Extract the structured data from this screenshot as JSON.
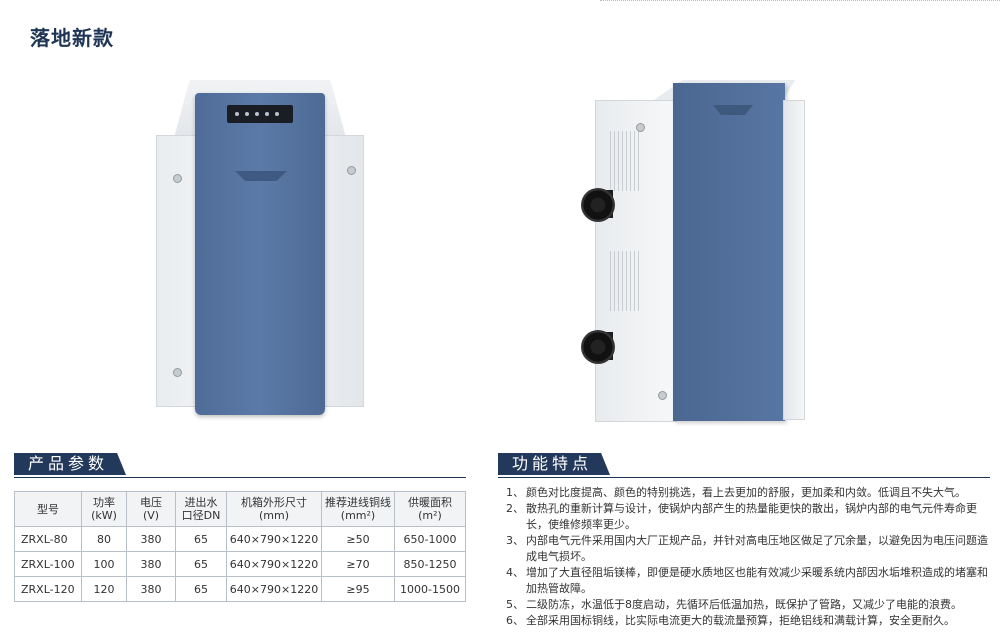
{
  "page": {
    "title": "落地新款"
  },
  "specs": {
    "heading": "产品参数",
    "columns": [
      {
        "line1": "型号",
        "line2": ""
      },
      {
        "line1": "功率",
        "line2": "(kW)"
      },
      {
        "line1": "电压",
        "line2": "(V)"
      },
      {
        "line1": "进出水",
        "line2": "口径DN"
      },
      {
        "line1": "机箱外形尺寸",
        "line2": "(mm)"
      },
      {
        "line1": "推荐进线铜线",
        "line2": "(mm²)"
      },
      {
        "line1": "供暖面积",
        "line2": "(m²)"
      }
    ],
    "rows": [
      [
        "ZRXL-80",
        "80",
        "380",
        "65",
        "640×790×1220",
        "≥50",
        "650-1000"
      ],
      [
        "ZRXL-100",
        "100",
        "380",
        "65",
        "640×790×1220",
        "≥70",
        "850-1250"
      ],
      [
        "ZRXL-120",
        "120",
        "380",
        "65",
        "640×790×1220",
        "≥95",
        "1000-1500"
      ]
    ]
  },
  "features": {
    "heading": "功能特点",
    "items": [
      {
        "num": "1、",
        "text": "颜色对比度提高、颜色的特别挑选，看上去更加的舒服，更加柔和内敛。低调且不失大气。"
      },
      {
        "num": "2、",
        "text": "散热孔的重新计算与设计，使锅炉内部产生的热量能更快的散出，锅炉内部的电气元件寿命更长，使维修频率更少。"
      },
      {
        "num": "3、",
        "text": "内部电气元件采用国内大厂正规产品，并针对高电压地区做足了冗余量，以避免因为电压问题造成电气损坏。"
      },
      {
        "num": "4、",
        "text": "增加了大直径阻垢镁棒，即便是硬水质地区也能有效减少采暖系统内部因水垢堆积造成的堵塞和加热管故障。"
      },
      {
        "num": "5、",
        "text": "二级防冻，水温低于8度启动，先循环后低温加热，既保护了管路，又减少了电能的浪费。"
      },
      {
        "num": "6、",
        "text": "全部采用国标铜线，比实际电流更大的载流量预算，拒绝铝线和满载计算，安全更耐久。"
      }
    ]
  }
}
